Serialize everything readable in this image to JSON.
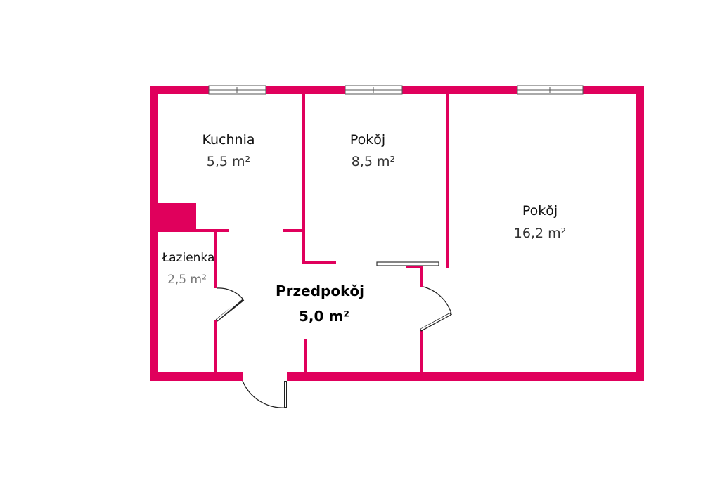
{
  "floor_plan": {
    "colors": {
      "wall": "#e0005c",
      "background": "#ffffff",
      "door": "#222222"
    },
    "rooms": [
      {
        "id": "kuchnia",
        "name": "Kuchnia",
        "area": "5,5 m²"
      },
      {
        "id": "pokoj-middle",
        "name": "Pokŏj",
        "area": "8,5 m²"
      },
      {
        "id": "pokoj-large",
        "name": "Pokŏj",
        "area": "16,2 m²"
      },
      {
        "id": "lazienka",
        "name": "Łazienka",
        "area": "2,5 m²"
      },
      {
        "id": "przedpokoj",
        "name": "Przedpokŏj",
        "area": "5,0 m²"
      }
    ]
  }
}
